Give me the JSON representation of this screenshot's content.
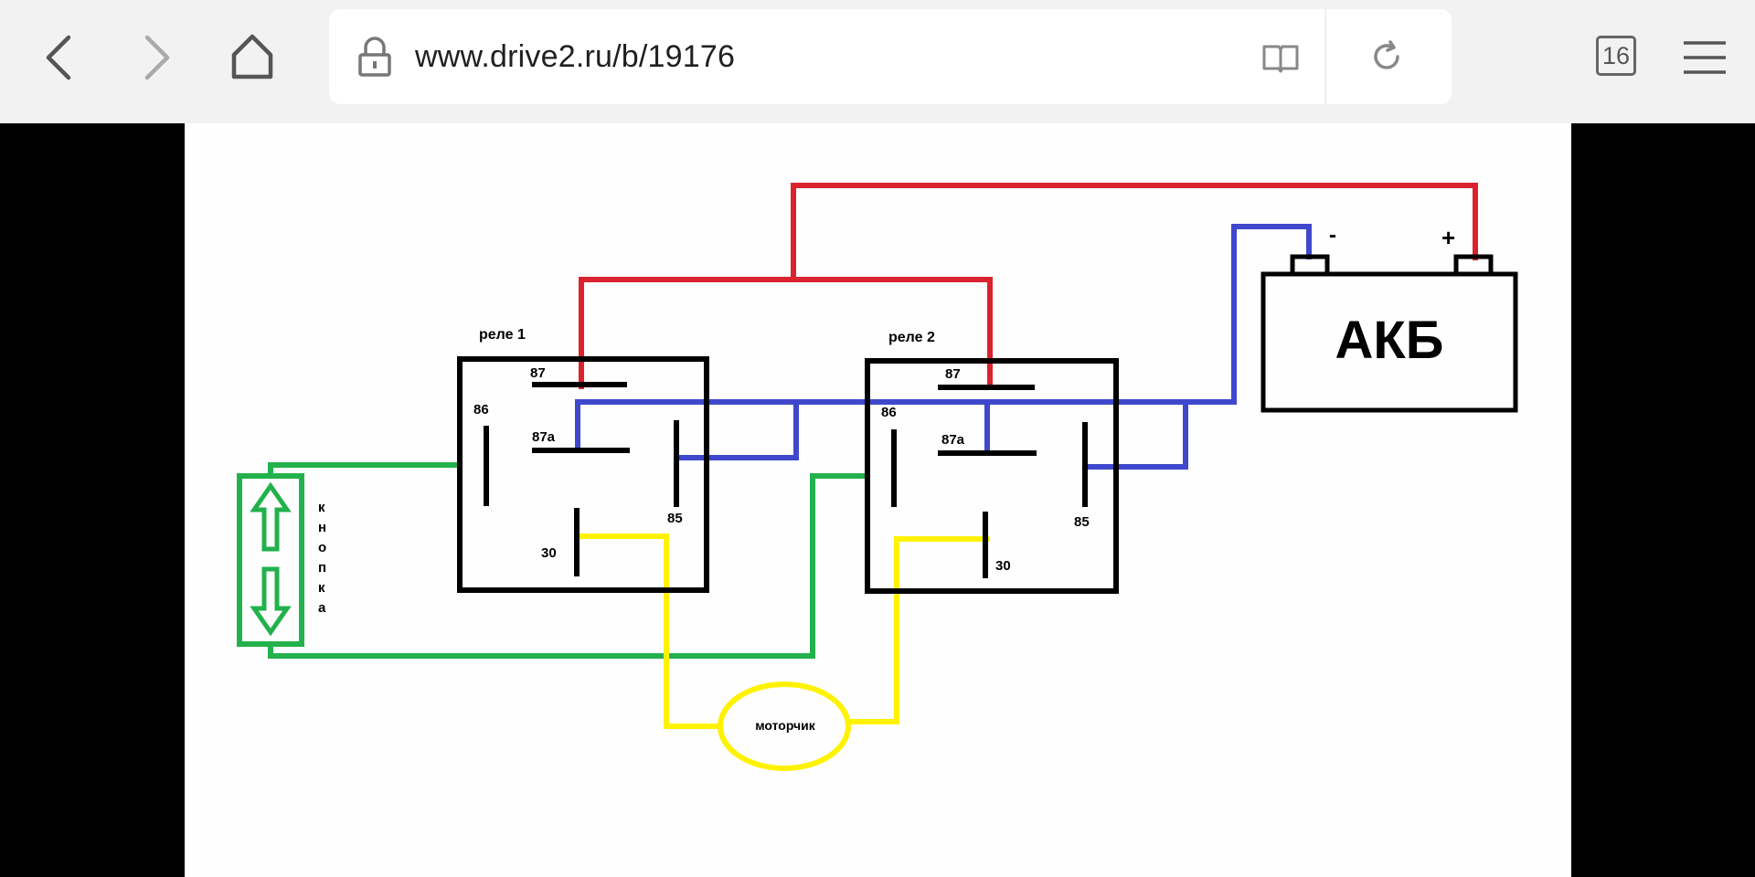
{
  "browser": {
    "url": "www.drive2.ru/b/19176",
    "tab_count": "16",
    "icons": {
      "back": "chevron-left-icon",
      "forward": "chevron-right-icon",
      "home": "home-icon",
      "secure": "lock-icon",
      "reader": "book-icon",
      "reload": "reload-icon",
      "menu": "hamburger-menu-icon"
    }
  },
  "diagram": {
    "relay1_label": "реле 1",
    "relay2_label": "реле 2",
    "pin87": "87",
    "pin86": "86",
    "pin87a": "87a",
    "pin85": "85",
    "pin30": "30",
    "battery_label": "АКБ",
    "battery_minus": "-",
    "battery_plus": "+",
    "motor_label": "моторчик",
    "button_letters": [
      "к",
      "н",
      "о",
      "п",
      "к",
      "а"
    ],
    "colors": {
      "red": "#d9232e",
      "blue": "#3f48cc",
      "green": "#22b14c",
      "yellow": "#fff200",
      "black": "#000000"
    }
  }
}
